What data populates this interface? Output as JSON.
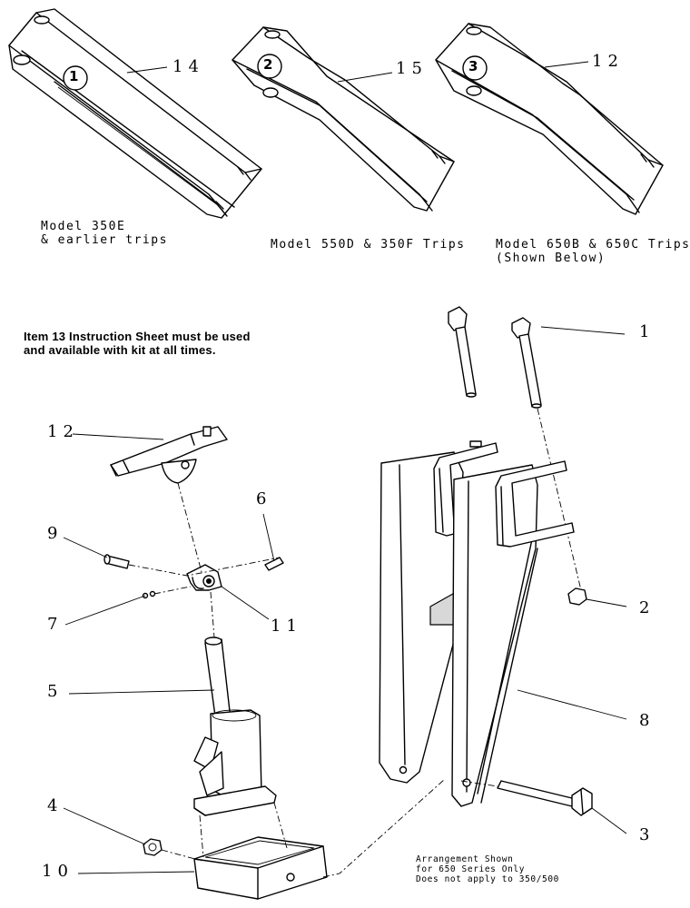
{
  "captions": {
    "model_350e": "Model 350E\n& earlier trips",
    "model_550d": "Model 550D & 350F Trips",
    "model_650b": "Model 650B & 650C Trips\n(Shown Below)"
  },
  "instruction_note": "Item 13 Instruction Sheet must be used\nand available with kit at all times.",
  "arrangement_note": "Arrangement Shown\nfor 650 Series Only\nDoes not apply to 350/500",
  "badges": [
    "1",
    "2",
    "3"
  ],
  "callouts": {
    "c14": "14",
    "c15": "15",
    "c12_top": "12",
    "c1": "1",
    "c12": "12",
    "c6": "6",
    "c9": "9",
    "c7": "7",
    "c11": "11",
    "c2": "2",
    "c5": "5",
    "c8": "8",
    "c4": "4",
    "c3": "3",
    "c10": "10"
  }
}
